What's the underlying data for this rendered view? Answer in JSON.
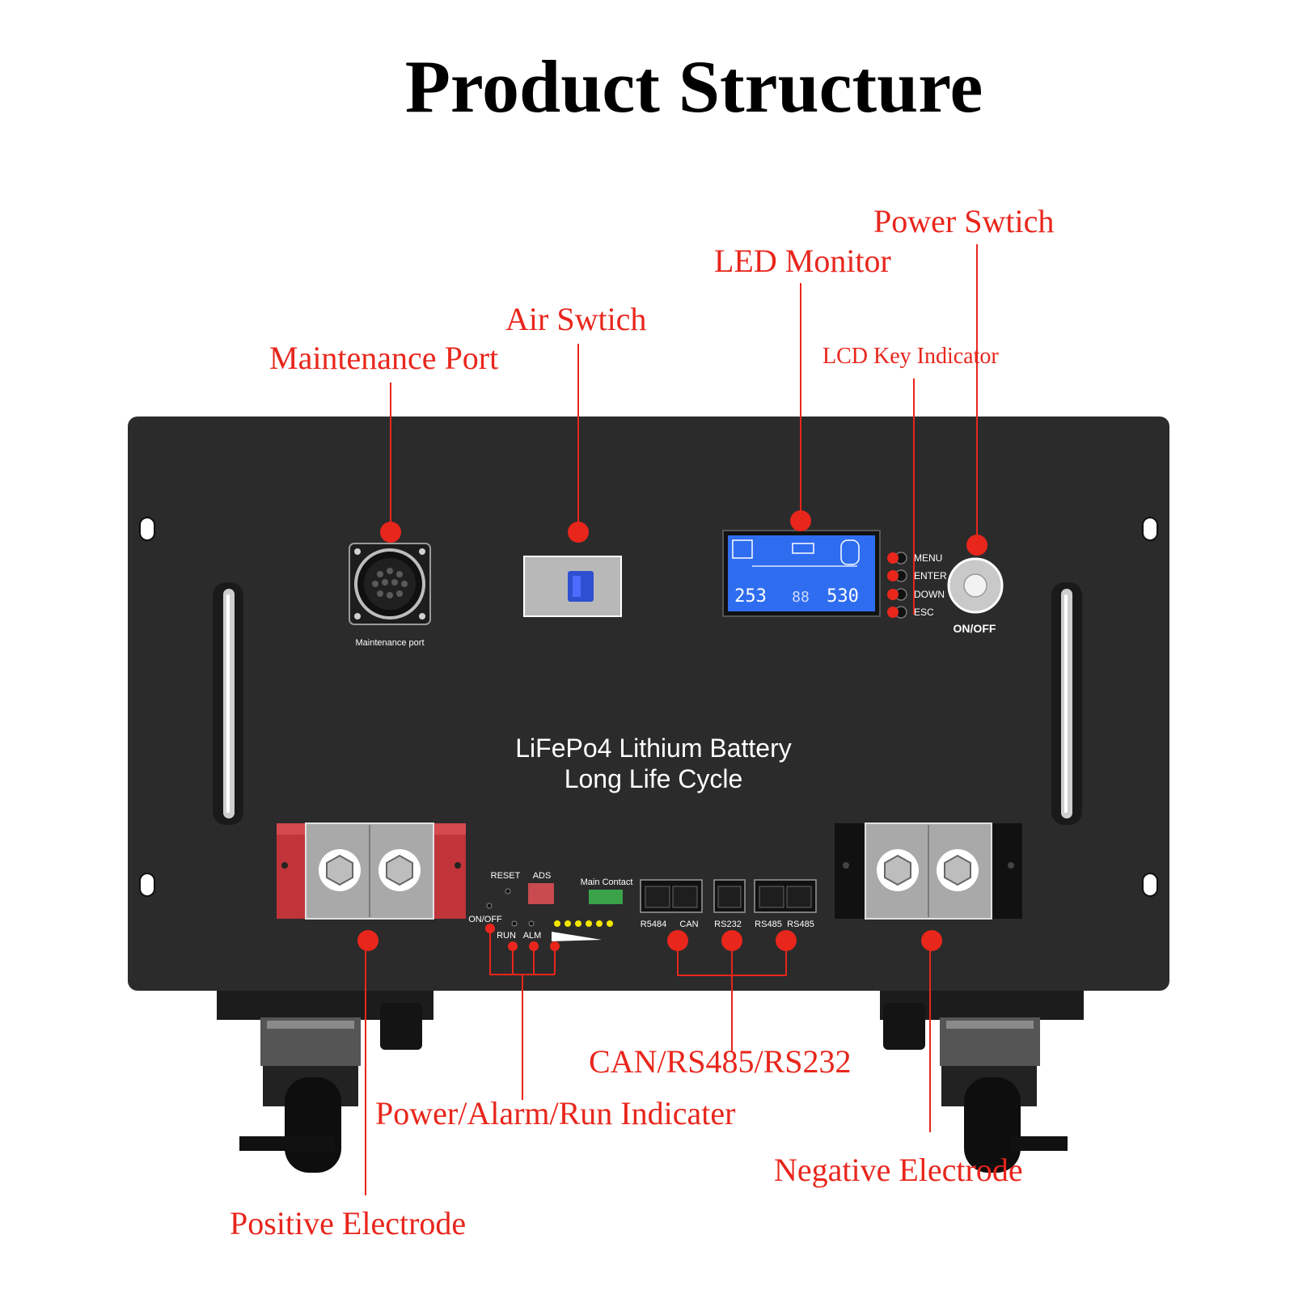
{
  "title": "Product Structure",
  "callouts": {
    "maintenance_port": "Maintenance Port",
    "air_switch": "Air Swtich",
    "led_monitor": "LED Monitor",
    "power_switch": "Power Swtich",
    "lcd_key_indicator": "LCD Key Indicator",
    "can_rs485_rs232": "CAN/RS485/RS232",
    "power_alarm_run_indicator": "Power/Alarm/Run Indicater",
    "negative_electrode": "Negative Electrode",
    "positive_electrode": "Positive Electrode"
  },
  "panel": {
    "product_line1": "LiFePo4 Lithium Battery",
    "product_line2": "Long Life Cycle",
    "maintenance_port_label": "Maintenance port",
    "onoff_label": "ON/OFF",
    "keys": [
      "MENU",
      "ENTER",
      "DOWN",
      "ESC"
    ],
    "reset_label": "RESET",
    "ads_label": "ADS",
    "main_contact_label": "Main Contact",
    "onoff_small_label": "ON/OFF",
    "run_label": "RUN",
    "alm_label": "ALM",
    "ports": [
      "R5484",
      "CAN",
      "RS232",
      "RS485",
      "RS485"
    ],
    "lcd_left_value": "253",
    "lcd_mid_value": "88",
    "lcd_right_value": "530"
  },
  "colors": {
    "callout": "#e8261c",
    "panel": "#2b2b2b",
    "positive_terminal": "#c0343a",
    "lcd": "#2f6df0"
  }
}
